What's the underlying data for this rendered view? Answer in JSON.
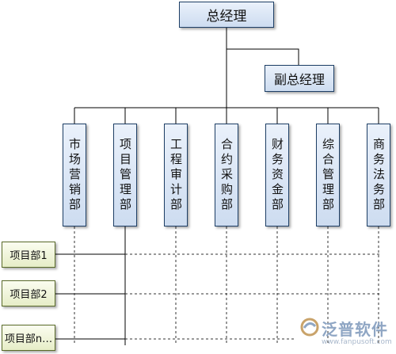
{
  "org_chart": {
    "top": "总经理",
    "deputy": "副总经理",
    "departments": [
      "市场营销部",
      "项目管理部",
      "工程审计部",
      "合约采购部",
      "财务资金部",
      "综合管理部",
      "商务法务部"
    ],
    "projects": [
      "项目部1",
      "项目部2",
      "项目部n…"
    ]
  },
  "watermark": {
    "brand": "泛普软件",
    "url": "www.fanpusoft.com",
    "icon": "fanpu-logo-icon"
  },
  "colors": {
    "box_border": "#1e3f66",
    "box_fill": "#cddcf0",
    "project_fill": "#e6edc7",
    "line": "#000000"
  }
}
